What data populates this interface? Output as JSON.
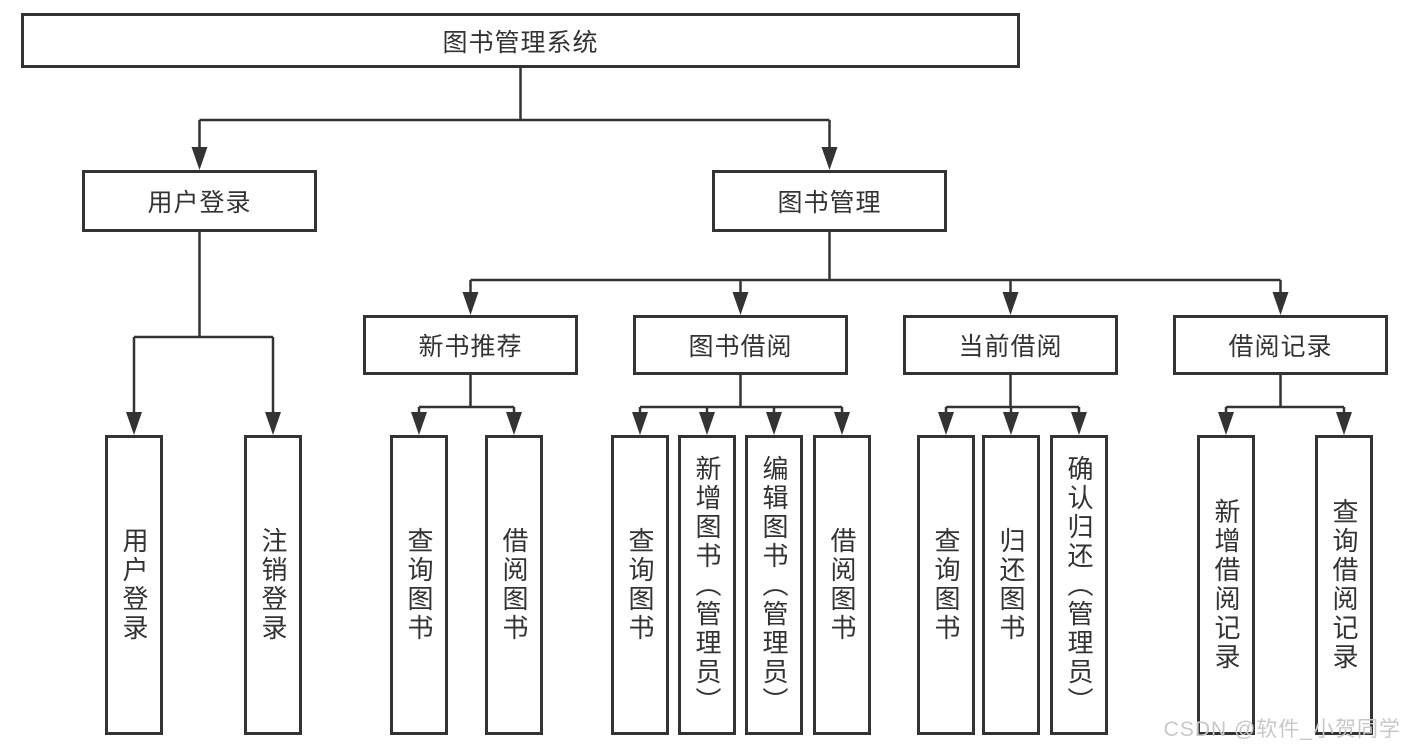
{
  "tree": {
    "label": "图书管理系统",
    "children": [
      {
        "label": "用户登录",
        "children": [
          {
            "label": "用户登录"
          },
          {
            "label": "注销登录"
          }
        ]
      },
      {
        "label": "图书管理",
        "children": [
          {
            "label": "新书推荐",
            "children": [
              {
                "label": "查询图书"
              },
              {
                "label": "借阅图书"
              }
            ]
          },
          {
            "label": "图书借阅",
            "children": [
              {
                "label": "查询图书"
              },
              {
                "label": "新增图书（管理员）"
              },
              {
                "label": "编辑图书（管理员）"
              },
              {
                "label": "借阅图书"
              }
            ]
          },
          {
            "label": "当前借阅",
            "children": [
              {
                "label": "查询图书"
              },
              {
                "label": "归还图书"
              },
              {
                "label": "确认归还（管理员）"
              }
            ]
          },
          {
            "label": "借阅记录",
            "children": [
              {
                "label": "新增借阅记录"
              },
              {
                "label": "查询借阅记录"
              }
            ]
          }
        ]
      }
    ]
  },
  "watermark": "CSDN @软件_小贺同学",
  "colors": {
    "line": "#333333",
    "text": "#333333",
    "box_fill": "#ffffff",
    "background": "#ffffff",
    "watermark": "#c8c8c8"
  }
}
